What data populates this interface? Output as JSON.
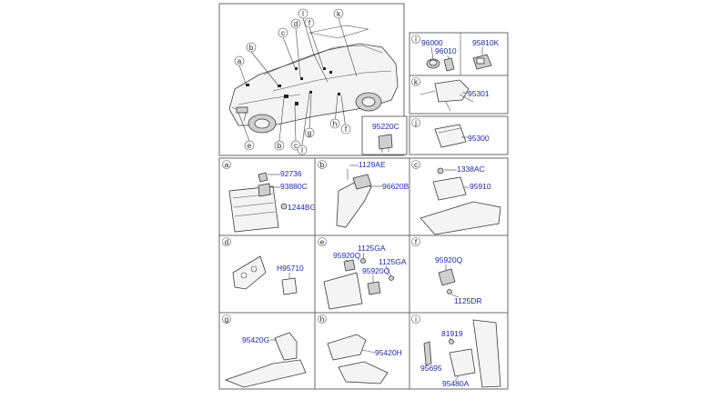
{
  "overview": {
    "callouts": [
      "a",
      "b",
      "c",
      "d",
      "l",
      "f",
      "k",
      "e",
      "b",
      "c",
      "l",
      "g",
      "h",
      "f"
    ]
  },
  "panels": {
    "l": {
      "tag": "l",
      "parts": [
        "96000",
        "96010"
      ]
    },
    "l2": {
      "parts": [
        "95810K"
      ]
    },
    "k": {
      "tag": "k",
      "parts": [
        "95301"
      ]
    },
    "relay": {
      "parts": [
        "95220C"
      ]
    },
    "j": {
      "tag": "j",
      "parts": [
        "95300"
      ]
    },
    "a": {
      "tag": "a",
      "parts": [
        "92736",
        "93880C",
        "1244BG"
      ]
    },
    "b": {
      "tag": "b",
      "parts": [
        "1129AE",
        "96620B"
      ]
    },
    "c": {
      "tag": "c",
      "parts": [
        "1338AC",
        "95910"
      ]
    },
    "d": {
      "tag": "d",
      "parts": [
        "H95710"
      ]
    },
    "e": {
      "tag": "e",
      "parts": [
        "1125GA",
        "95920Q",
        "1125GA",
        "95920Q"
      ]
    },
    "f": {
      "tag": "f",
      "parts": [
        "95920Q",
        "1125DR"
      ]
    },
    "g": {
      "tag": "g",
      "parts": [
        "95420G"
      ]
    },
    "h": {
      "tag": "h",
      "parts": [
        "95420H"
      ]
    },
    "i": {
      "tag": "i",
      "parts": [
        "81919",
        "95695",
        "95480A"
      ]
    }
  }
}
